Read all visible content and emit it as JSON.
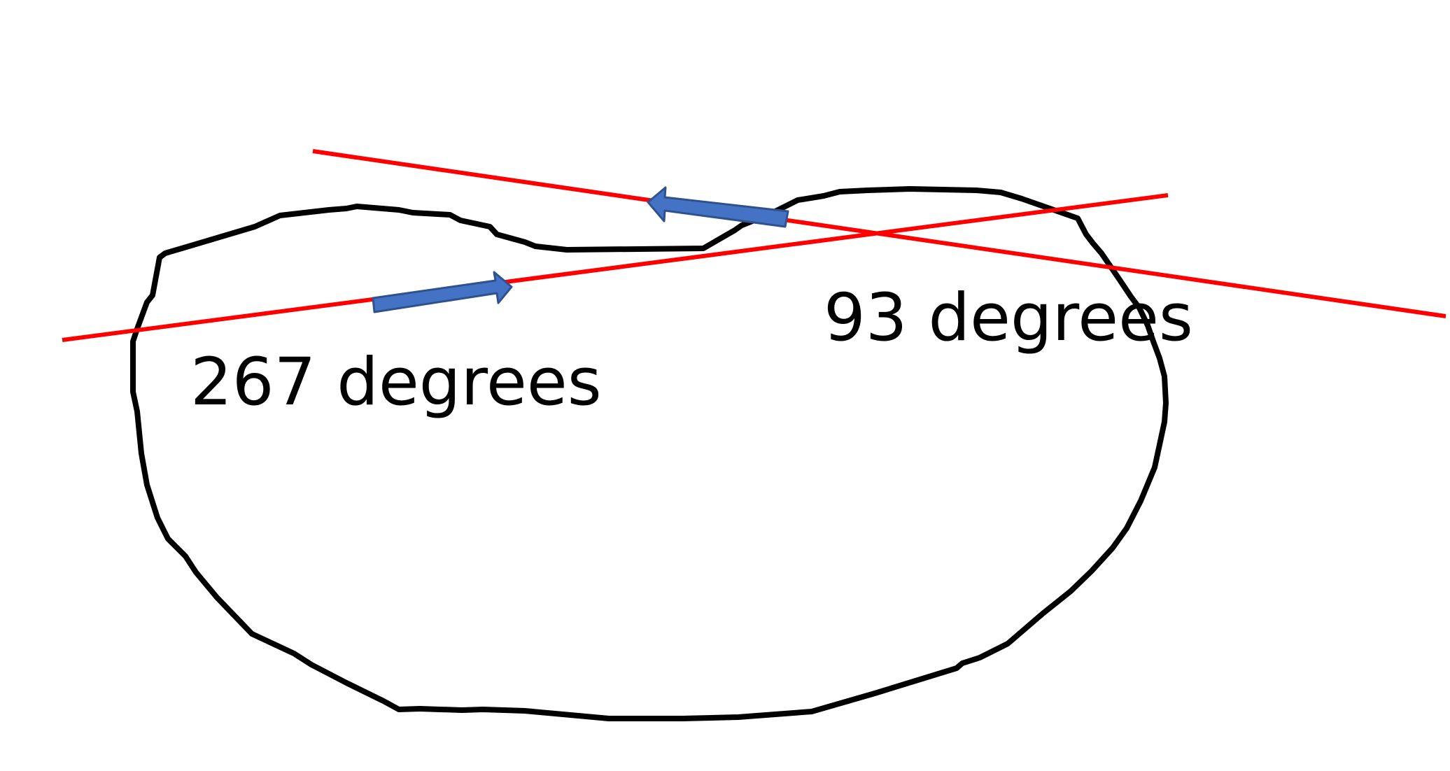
{
  "labels": {
    "left_angle": "267 degrees",
    "right_angle": "93 degrees"
  },
  "colors": {
    "outline": "#000000",
    "red_line": "#ff0000",
    "arrow_fill": "#4472c4",
    "arrow_stroke": "#2f528f",
    "background": "#ffffff"
  },
  "shapes": {
    "closed_curve": "irregular-loop",
    "lines": [
      "red-line-upper",
      "red-line-lower"
    ],
    "arrows": [
      "blue-arrow-right",
      "blue-arrow-left"
    ]
  }
}
